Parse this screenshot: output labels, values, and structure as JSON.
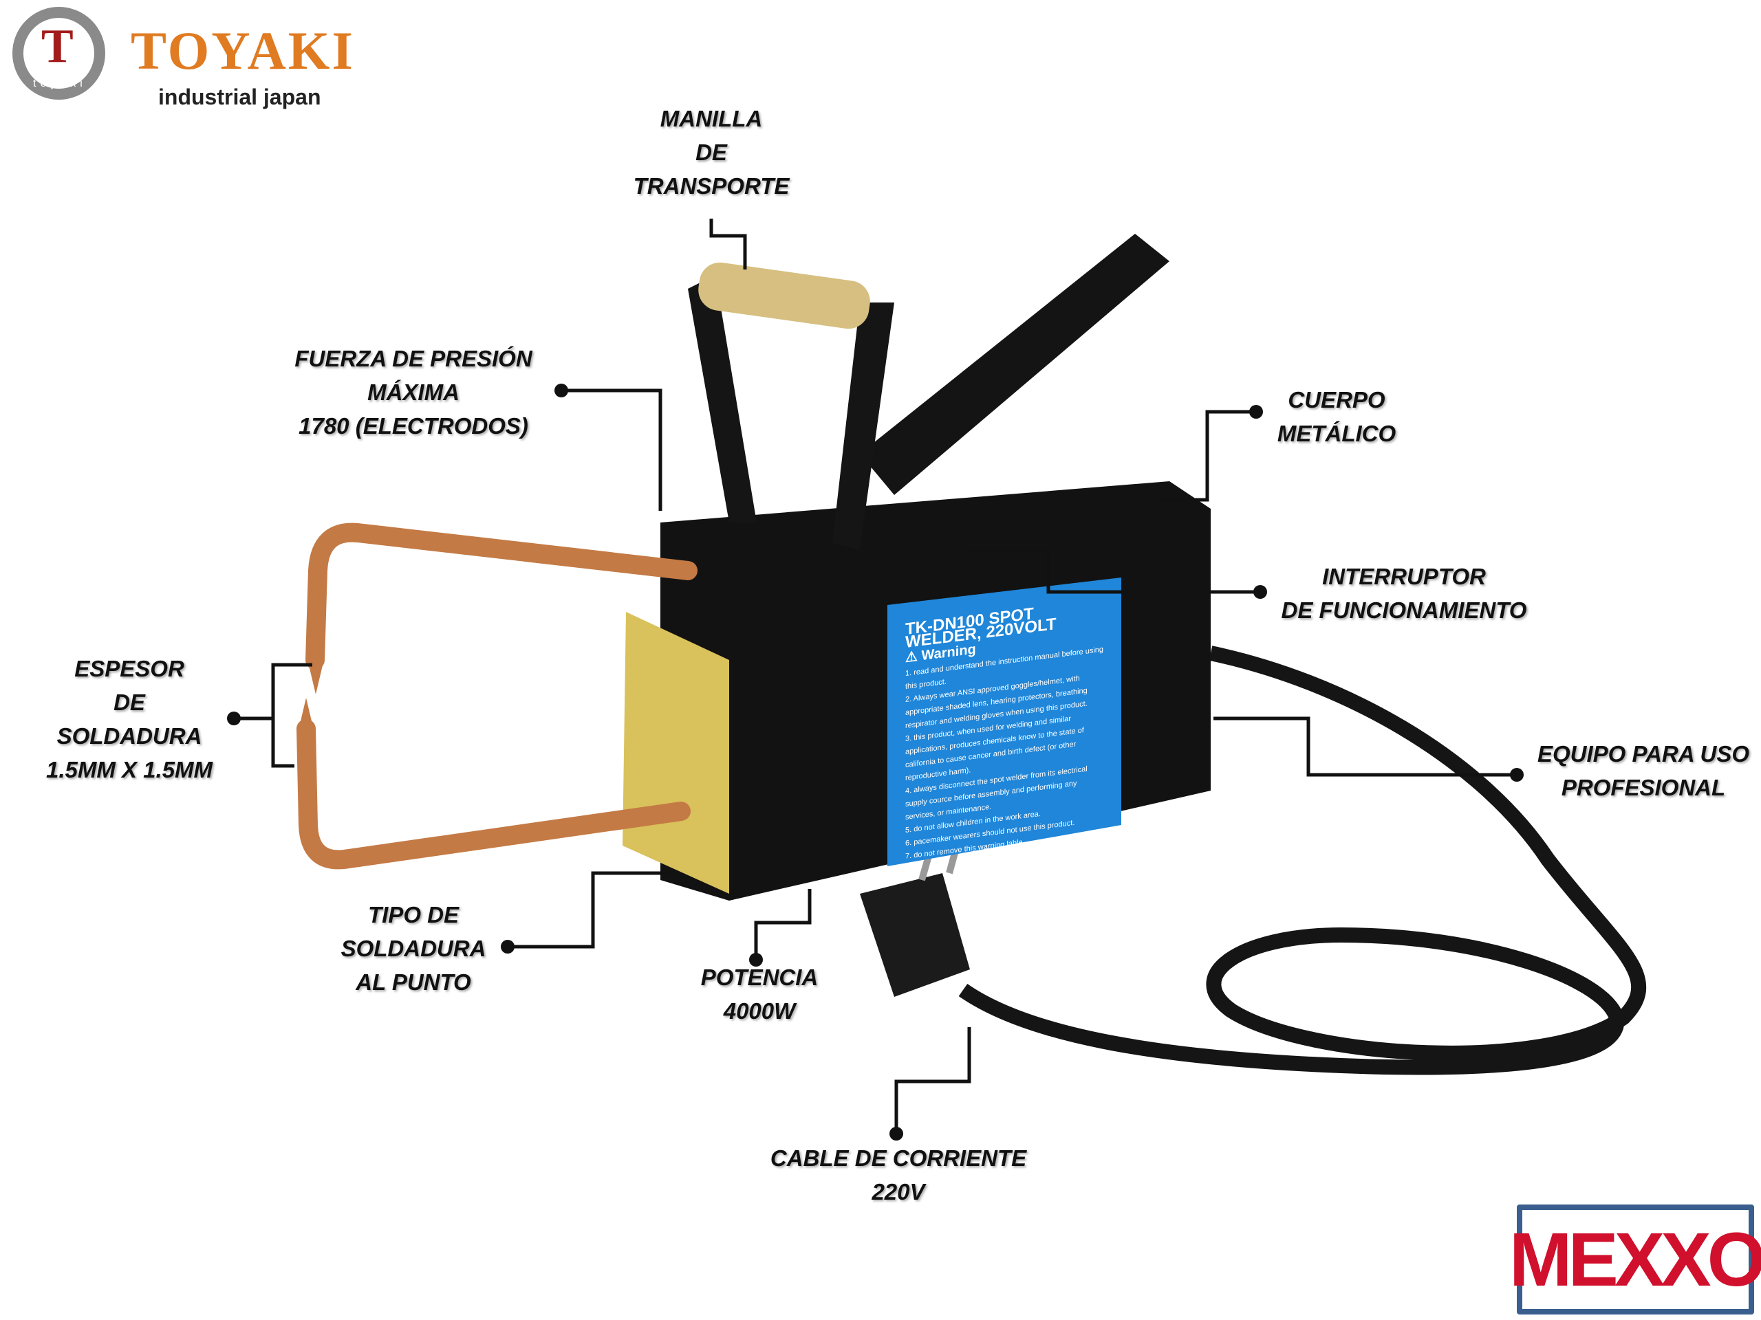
{
  "brand": {
    "name": "TOYAKI",
    "tagline": "industrial japan",
    "ring_text": "toyaki",
    "mark": "T"
  },
  "partner_logo": {
    "text": "MEXXO",
    "color": "#d0102c",
    "border": "#3a5f8f"
  },
  "device_label": {
    "title": "TK-DN100 SPOT WELDER, 220VOLT",
    "warning": "Warning",
    "items": [
      "1. read and understand the instruction manual before using this product.",
      "2. Always wear ANSI approved goggles/helmet, with appropriate shaded lens, hearing protectors, breathing respirator and welding gloves when using this product.",
      "3. this product, when used for welding and similar applications, produces chemicals know to the state of california to cause cancer and birth defect (or other reproductive harm).",
      "4. always disconnect the spot welder from its electrical supply cource before assembly and performing any services, or maintenance.",
      "5. do not allow children in the work area.",
      "6. pacemaker wearers should not use this product.",
      "7. do not remove this warning lable."
    ]
  },
  "callouts": {
    "handle": [
      "MANILLA",
      "DE",
      "TRANSPORTE"
    ],
    "force": [
      "FUERZA DE PRESIÓN",
      "MÁXIMA",
      "1780 (ELECTRODOS)"
    ],
    "body": [
      "CUERPO",
      "METÁLICO"
    ],
    "switch": [
      "INTERRUPTOR",
      "DE FUNCIONAMIENTO"
    ],
    "pro": [
      "EQUIPO PARA USO",
      "PROFESIONAL"
    ],
    "thickness": [
      "ESPESOR",
      "DE",
      "SOLDADURA",
      "1.5MM X 1.5MM"
    ],
    "type": [
      "TIPO DE",
      "SOLDADURA",
      "AL PUNTO"
    ],
    "power": [
      "POTENCIA",
      "4000W"
    ],
    "cable": [
      "CABLE DE CORRIENTE",
      "220V"
    ]
  }
}
